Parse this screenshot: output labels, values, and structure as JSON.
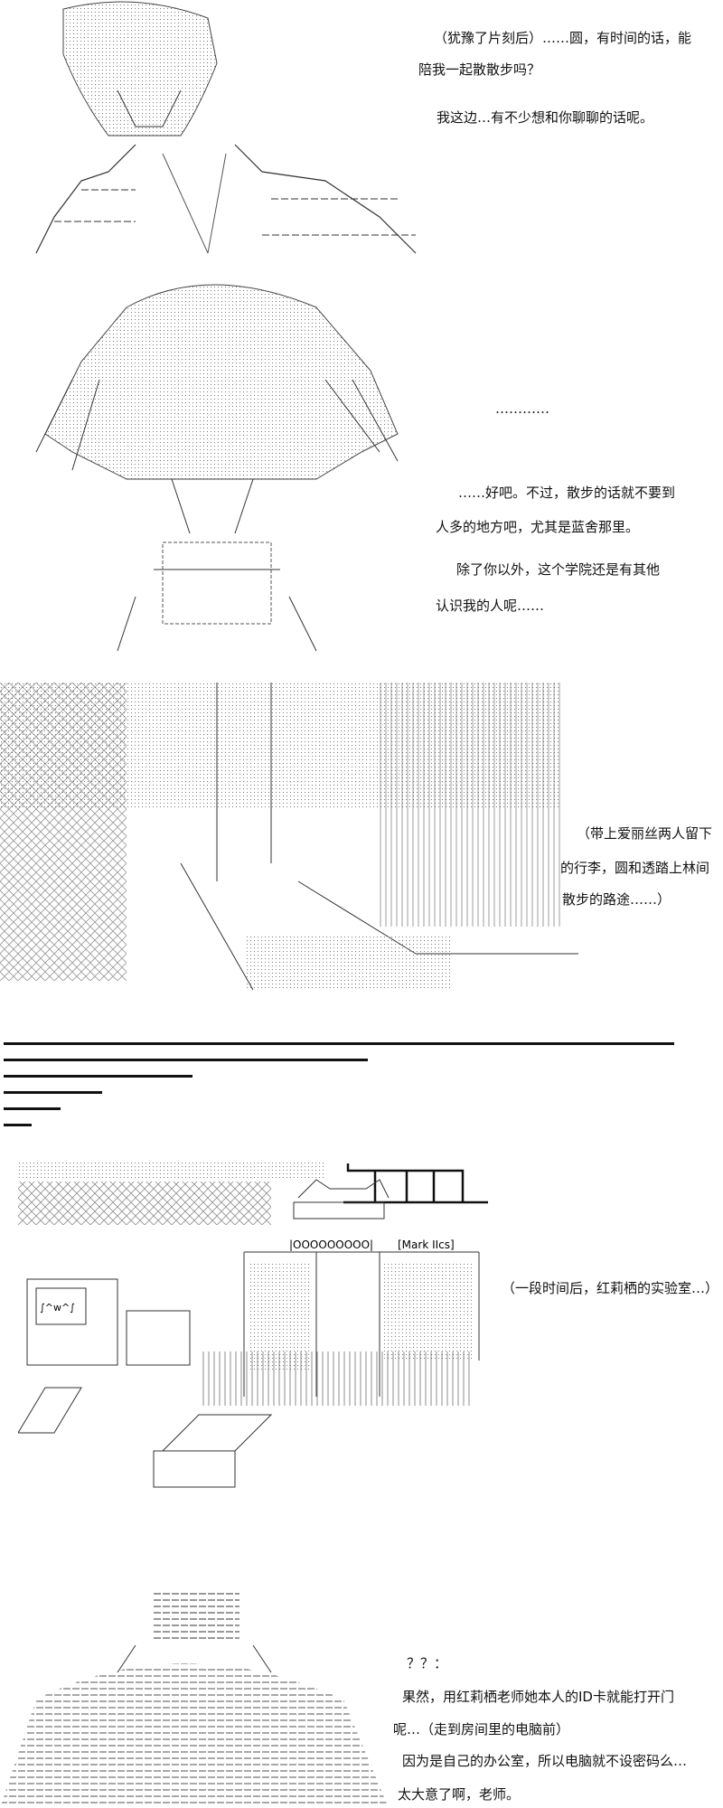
{
  "scene1": {
    "lines": [
      "（犹豫了片刻后）……圆，有时间的话，能",
      "陪我一起散散步吗？",
      "我这边…有不少想和你聊聊的话呢。"
    ]
  },
  "scene2": {
    "lines": [
      "…………",
      "……好吧。不过，散步的话就不要到",
      "人多的地方吧，尤其是蓝舍那里。",
      "除了你以外，这个学院还是有其他",
      "认识我的人呢……"
    ]
  },
  "scene3": {
    "lines": [
      "（带上爱丽丝两人留下",
      "的行李，圆和透踏上林间",
      "散步的路途……）"
    ]
  },
  "lab": {
    "caption": "（一段时间后，红莉栖的实验室…）",
    "sign": "[Mark IIcs]",
    "counter": "|OOOOOOOOO|",
    "screen": "∫^w^∫"
  },
  "scene5": {
    "lines": [
      "？？：",
      "果然，用红莉栖老师她本人的ID卡就能打开门",
      "呢…（走到房间里的电脑前）",
      "因为是自己的办公室，所以电脑就不设密码么…",
      "太大意了啊，老师。"
    ]
  }
}
